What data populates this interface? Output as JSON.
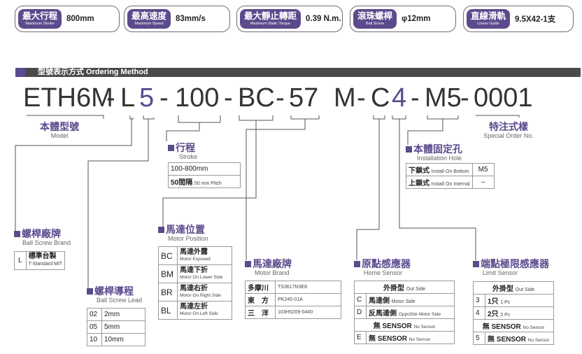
{
  "specs": [
    {
      "title": "最大行程",
      "sub": "Maximum Stroke",
      "value": "800mm"
    },
    {
      "title": "最高速度",
      "sub": "Maximum Speed",
      "value": "83mm/s"
    },
    {
      "title": "最大靜止轉距",
      "sub": "Maximum Static Torque",
      "value": "0.39 N.m."
    },
    {
      "title": "滾珠螺桿",
      "sub": "Ball Screw",
      "value": "φ12mm"
    },
    {
      "title": "直線滑軌",
      "sub": "Linear Guide",
      "value": "9.5X42-1支"
    }
  ],
  "banner": {
    "title": "型號表示方式  Ordering Method"
  },
  "code": {
    "p1": "ETH6M",
    "d1": "-",
    "p2": "L",
    "p3": "5",
    "d2": "-",
    "p4": "100",
    "d3": "-",
    "p5": "BC",
    "d4": "-",
    "p6": "57",
    "p7": "M",
    "d5": "-",
    "p8": "C",
    "p9": "4",
    "d6": "-",
    "p10": "M5",
    "d7": "-",
    "p11": "0001"
  },
  "model": {
    "title": "本體型號",
    "sub": "Model"
  },
  "stroke": {
    "title": "行程",
    "sub": "Stroke",
    "rows": [
      {
        "a": "100-800mm",
        "b": ""
      },
      {
        "a": "50間隔",
        "b": "50 mm Pitch"
      }
    ]
  },
  "install": {
    "title": "本體固定孔",
    "sub": "Installation Hole",
    "rows": [
      {
        "a": "下鎖式",
        "b": "Install On Bottom",
        "c": "M5"
      },
      {
        "a": "上鎖式",
        "b": "Install On Internal",
        "c": "–"
      }
    ]
  },
  "special": {
    "title": "特注式樣",
    "sub": "Special Order No."
  },
  "brand": {
    "title": "螺桿廠牌",
    "sub": "Ball Screw Brand",
    "rows": [
      {
        "k": "L",
        "a": "標準台製",
        "b": "T-Standard MIT"
      }
    ]
  },
  "lead": {
    "title": "螺桿導程",
    "sub": "Ball Screw Lead",
    "rows": [
      {
        "k": "02",
        "v": "2mm"
      },
      {
        "k": "05",
        "v": "5mm"
      },
      {
        "k": "10",
        "v": "10mm"
      }
    ]
  },
  "motor_pos": {
    "title": "馬達位置",
    "sub": "Motor Position",
    "rows": [
      {
        "k": "BC",
        "a": "馬達外露",
        "b": "Motor Exposed"
      },
      {
        "k": "BM",
        "a": "馬達下折",
        "b": "Motor On Lower Side"
      },
      {
        "k": "BR",
        "a": "馬達右折",
        "b": "Motor On Right Side"
      },
      {
        "k": "BL",
        "a": "馬達左折",
        "b": "Motor On Left Side"
      }
    ]
  },
  "motor_brand": {
    "title": "馬達廠牌",
    "sub": "Motor Brand",
    "rows": [
      {
        "k": "多摩川",
        "v": "TS3617N3E8"
      },
      {
        "k": "東　方",
        "v": "PK245-01A"
      },
      {
        "k": "三　洋",
        "v": "103H5209-0440"
      }
    ]
  },
  "home": {
    "title": "原點感應器",
    "sub": "Home Sensor",
    "hdr_a": "外掛型",
    "hdr_b": "Out Side",
    "rows": [
      {
        "k": "C",
        "a": "馬達側",
        "b": "Motor Side"
      },
      {
        "k": "D",
        "a": "反馬達側",
        "b": "OppoSite Motor Side"
      }
    ],
    "mid_a": "無 SENSOR",
    "mid_b": "No Sensor",
    "last": {
      "k": "E",
      "a": "無 SENSOR",
      "b": "No Sensor"
    }
  },
  "limit": {
    "title": "端點極限感應器",
    "sub": "Limit Sensor",
    "hdr_a": "外掛型",
    "hdr_b": "Out Side",
    "rows": [
      {
        "k": "3",
        "a": "1只",
        "b": "1 Pc"
      },
      {
        "k": "4",
        "a": "2只",
        "b": "2 Pc"
      }
    ],
    "mid_a": "無 SENSOR",
    "mid_b": "No Sensor",
    "last": {
      "k": "5",
      "a": "無 SENSOR",
      "b": "No Sensor"
    }
  },
  "colors": {
    "accent": "#5b4a8c",
    "banner": "#4a4a4a"
  }
}
